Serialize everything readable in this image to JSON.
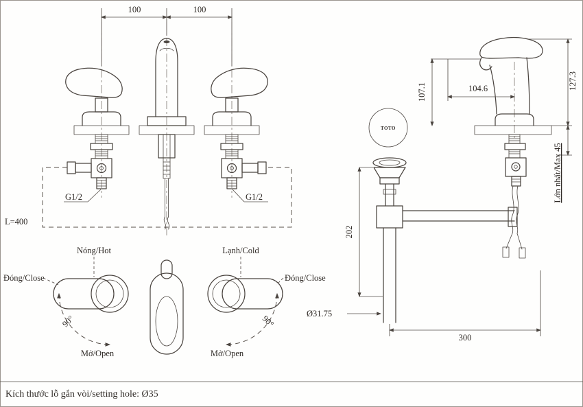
{
  "front_view": {
    "dim_spacing_left": "100",
    "dim_spacing_right": "100",
    "thread_left": "G1/2",
    "thread_right": "G1/2",
    "hose_length": "L=400"
  },
  "plan_view": {
    "hot_label": "Nóng/Hot",
    "cold_label": "Lạnh/Cold",
    "close_left": "Đóng/Close",
    "close_right": "Đóng/Close",
    "open_left": "Mở/Open",
    "open_right": "Mở/Open",
    "angle_left": "90°",
    "angle_right": "90°"
  },
  "side_view": {
    "spout_height": "107.1",
    "spout_reach": "104.6",
    "overall_height": "127.3",
    "deck_thickness": "Lớn nhất/Max 45",
    "drain_body_length": "202",
    "drain_pipe_dia": "Ø31.75",
    "drain_offset": "300",
    "logo": "TOTO"
  },
  "footer": {
    "note": "Kích thước lỗ gắn vòi/setting hole: Ø35"
  },
  "colors": {
    "line": "#4a443f",
    "text": "#2f2a26",
    "background": "#fefefd"
  }
}
